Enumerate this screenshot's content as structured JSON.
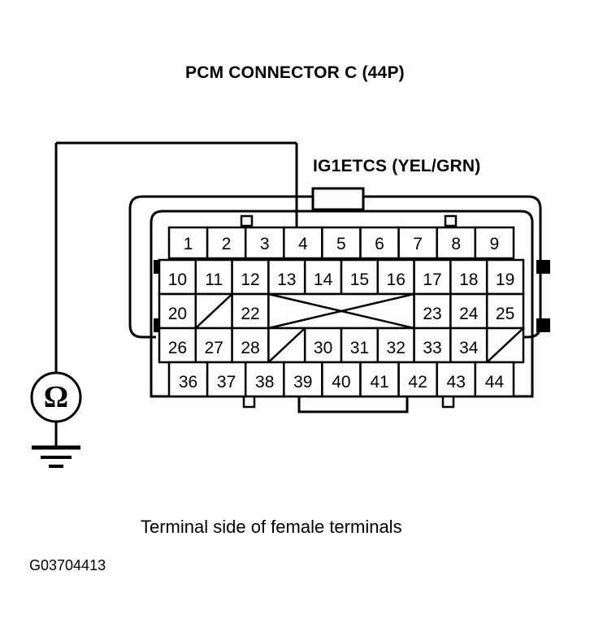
{
  "title": "PCM CONNECTOR C (44P)",
  "signal_label": "IG1ETCS (YEL/GRN)",
  "caption": "Terminal side of female terminals",
  "figure_id": "G03704413",
  "meter": {
    "symbol": "Ω",
    "type": "ohmmeter",
    "ground_symbol": "earth-ground"
  },
  "connector": {
    "name": "PCM Connector C",
    "pin_count": "44P",
    "probed_pin": "4",
    "rows": [
      {
        "row": 1,
        "cells": [
          {
            "label": "1",
            "blank": false
          },
          {
            "label": "2",
            "blank": false
          },
          {
            "label": "3",
            "blank": false
          },
          {
            "label": "4",
            "blank": false
          },
          {
            "label": "5",
            "blank": false
          },
          {
            "label": "6",
            "blank": false
          },
          {
            "label": "7",
            "blank": false
          },
          {
            "label": "8",
            "blank": false
          },
          {
            "label": "9",
            "blank": false
          }
        ]
      },
      {
        "row": 2,
        "cells": [
          {
            "label": "10",
            "blank": false
          },
          {
            "label": "11",
            "blank": false
          },
          {
            "label": "12",
            "blank": false
          },
          {
            "label": "13",
            "blank": false
          },
          {
            "label": "14",
            "blank": false
          },
          {
            "label": "15",
            "blank": false
          },
          {
            "label": "16",
            "blank": false
          },
          {
            "label": "17",
            "blank": false
          },
          {
            "label": "18",
            "blank": false
          },
          {
            "label": "19",
            "blank": false
          }
        ]
      },
      {
        "row": 3,
        "cells": [
          {
            "label": "20",
            "blank": false
          },
          {
            "label": "",
            "blank": true,
            "mark": "slash"
          },
          {
            "label": "22",
            "blank": false
          },
          {
            "label": "",
            "blank": true,
            "mark": "cross",
            "span": 4
          },
          {
            "label": "23",
            "blank": false
          },
          {
            "label": "24",
            "blank": false
          },
          {
            "label": "25",
            "blank": false
          }
        ]
      },
      {
        "row": 4,
        "cells": [
          {
            "label": "26",
            "blank": false
          },
          {
            "label": "27",
            "blank": false
          },
          {
            "label": "28",
            "blank": false
          },
          {
            "label": "",
            "blank": true,
            "mark": "slash"
          },
          {
            "label": "30",
            "blank": false
          },
          {
            "label": "31",
            "blank": false
          },
          {
            "label": "32",
            "blank": false
          },
          {
            "label": "33",
            "blank": false
          },
          {
            "label": "34",
            "blank": false
          },
          {
            "label": "",
            "blank": true,
            "mark": "slash"
          }
        ]
      },
      {
        "row": 5,
        "cells": [
          {
            "label": "36",
            "blank": false
          },
          {
            "label": "37",
            "blank": false
          },
          {
            "label": "38",
            "blank": false
          },
          {
            "label": "39",
            "blank": false
          },
          {
            "label": "40",
            "blank": false
          },
          {
            "label": "41",
            "blank": false
          },
          {
            "label": "42",
            "blank": false
          },
          {
            "label": "43",
            "blank": false
          },
          {
            "label": "44",
            "blank": false
          }
        ]
      }
    ]
  },
  "colors": {
    "ink": "#000000",
    "background": "#ffffff"
  }
}
